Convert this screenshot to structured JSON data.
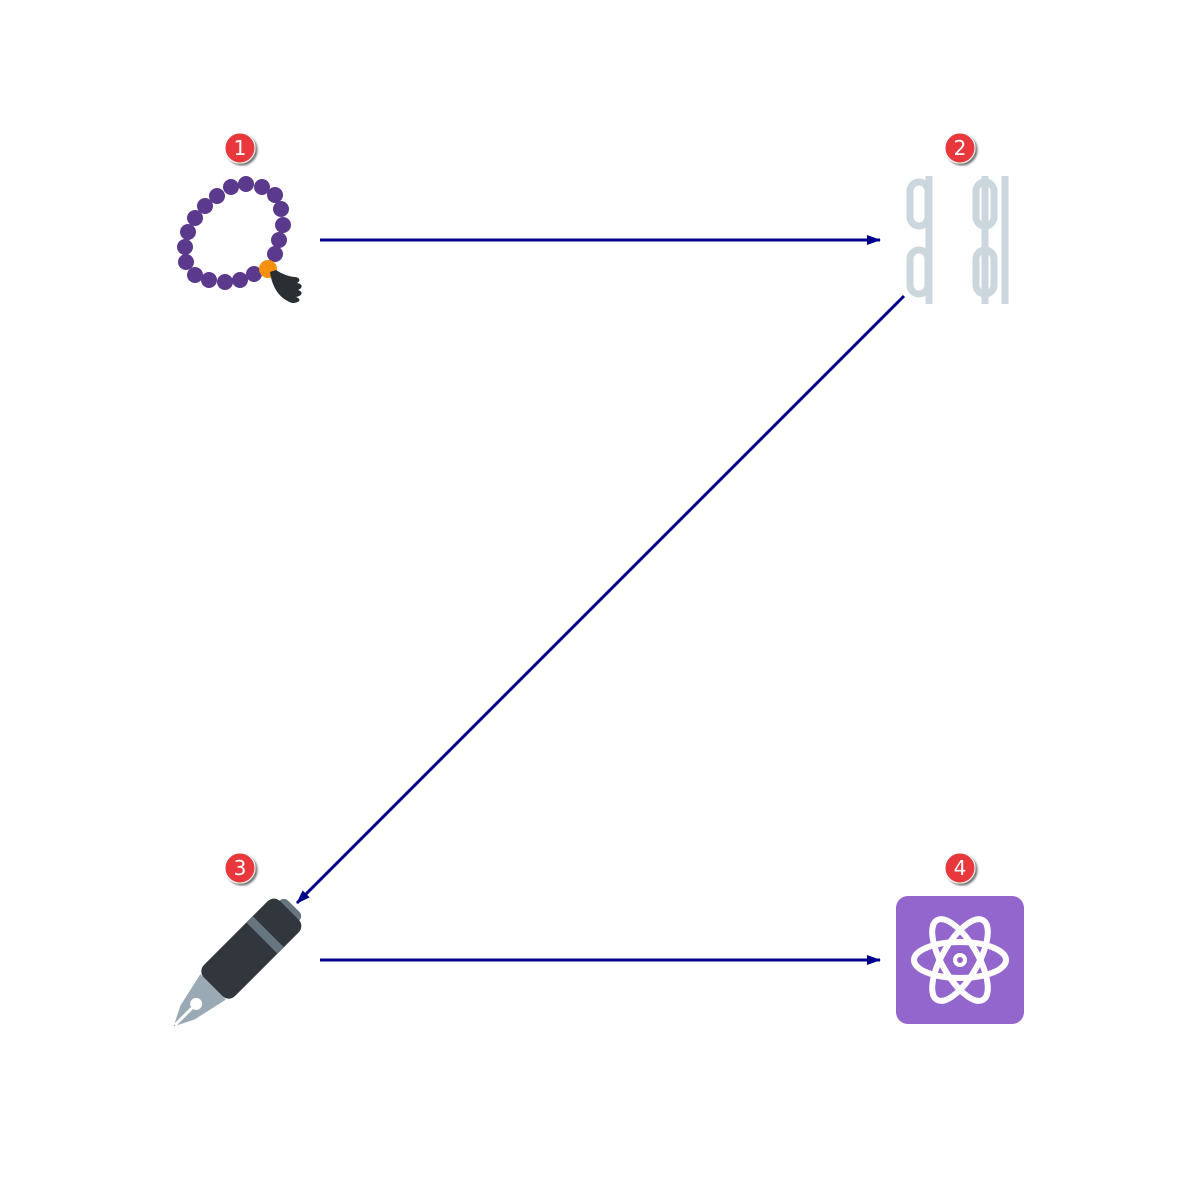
{
  "nodes": [
    {
      "id": "1",
      "badge": "1",
      "icon": "prayer-beads-icon"
    },
    {
      "id": "2",
      "badge": "2",
      "icon": "chains-icon"
    },
    {
      "id": "3",
      "badge": "3",
      "icon": "fountain-pen-icon"
    },
    {
      "id": "4",
      "badge": "4",
      "icon": "atom-symbol-icon"
    }
  ],
  "edges": [
    {
      "from": "1",
      "to": "2"
    },
    {
      "from": "2",
      "to": "3"
    },
    {
      "from": "3",
      "to": "4"
    }
  ],
  "colors": {
    "arrow": "#00008b",
    "badge": "#e8383d",
    "beads": "#5b3a8e",
    "bead_knot": "#f4900c",
    "tassel": "#292f33",
    "chain": "#ccd6dd",
    "pen_body": "#31373d",
    "pen_nib": "#99aab5",
    "atom_bg": "#9266cc"
  }
}
